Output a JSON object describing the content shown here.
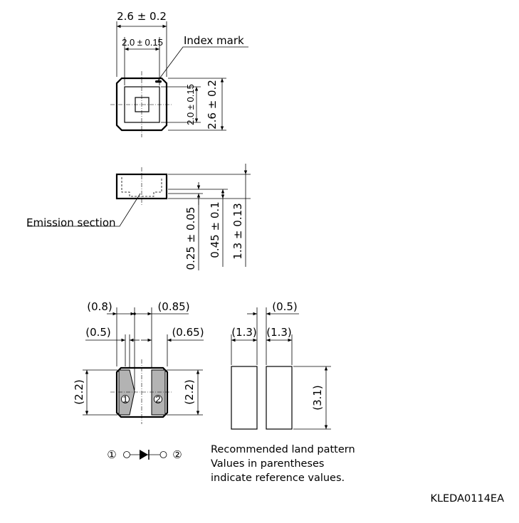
{
  "top_view": {
    "width_outer": "2.6 ± 0.2",
    "width_inner": "2.0 ± 0.15",
    "height_inner": "2.0 ± 0.15",
    "height_outer": "2.6 ± 0.2",
    "index_mark_label": "Index mark"
  },
  "side_view": {
    "emission_label": "Emission section",
    "dim_a": "0.25 ± 0.05",
    "dim_b": "0.45 ± 0.1",
    "dim_c": "1.3 ± 0.13"
  },
  "bottom_view": {
    "top_left": "(0.8)",
    "top_right": "(0.85)",
    "mid_left": "(0.5)",
    "mid_right": "(0.65)",
    "height_left": "(2.2)",
    "height_right": "(2.2)",
    "pad1": "1",
    "pad2": "2"
  },
  "land_pattern": {
    "gap": "(0.5)",
    "pad_width_left": "(1.3)",
    "pad_width_right": "(1.3)",
    "height": "(3.1)"
  },
  "symbol": {
    "pin1": "①",
    "pin2": "②"
  },
  "notes": {
    "line1": "Recommended land pattern",
    "line2": "Values in parentheses",
    "line3": "indicate reference values."
  },
  "doc_code": "KLEDA0114EA"
}
